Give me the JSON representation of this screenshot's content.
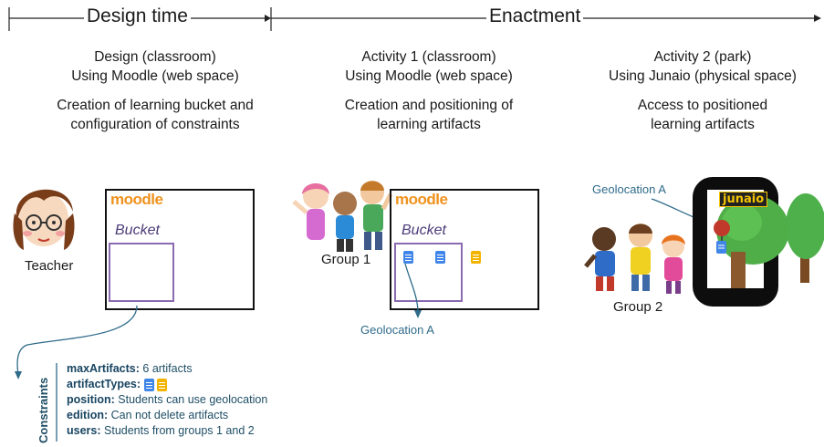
{
  "timeline": {
    "design_time": "Design time",
    "enactment": "Enactment"
  },
  "columns": [
    {
      "line1": "Design (classroom)",
      "line2": "Using Moodle (web space)",
      "desc1": "Creation of learning bucket and",
      "desc2": "configuration of constraints"
    },
    {
      "line1": "Activity 1 (classroom)",
      "line2": "Using Moodle (web space)",
      "desc1": "Creation and positioning of",
      "desc2": "learning artifacts"
    },
    {
      "line1": "Activity 2 (park)",
      "line2": "Using Junaio (physical space)",
      "desc1": "Access to positioned",
      "desc2": "learning artifacts"
    }
  ],
  "panel1": {
    "logo": "moodle",
    "bucket": "Bucket",
    "actor": "Teacher"
  },
  "panel2": {
    "logo": "moodle",
    "bucket": "Bucket",
    "actor": "Group 1",
    "geolocation": "Geolocation A"
  },
  "panel3": {
    "logo": "junaio",
    "actor": "Group 2",
    "geolocation": "Geolocation A"
  },
  "constraints": {
    "title": "Constraints",
    "items": [
      {
        "key": "maxArtifacts",
        "value": "6 artifacts"
      },
      {
        "key": "artifactTypes",
        "value": ""
      },
      {
        "key": "position",
        "value": "Students can use geolocation"
      },
      {
        "key": "edition",
        "value": "Can not delete artifacts"
      },
      {
        "key": "users",
        "value": "Students from groups 1 and 2"
      }
    ]
  },
  "colors": {
    "moodle_orange": "#f0921e",
    "bucket_purple": "#8a6bb0",
    "geolocation_teal": "#2f6b8a",
    "doc_blue": "#3f86e8",
    "doc_yellow": "#f3b400"
  }
}
